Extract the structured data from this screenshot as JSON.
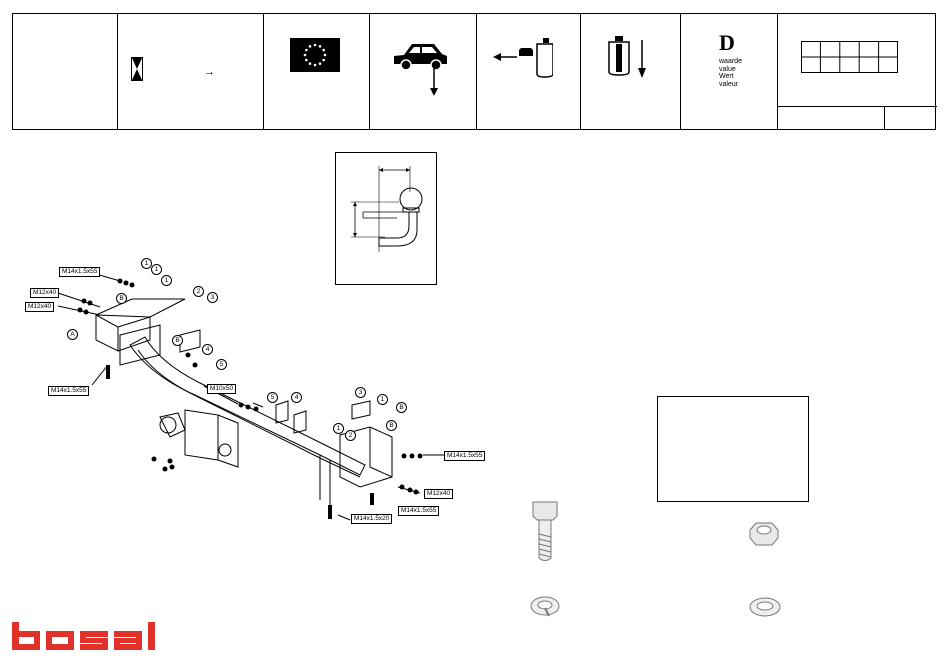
{
  "header": {
    "value_label": {
      "letter": "D",
      "lines": [
        "waarde",
        "value",
        "Wert",
        "valeur"
      ]
    },
    "arrow_glyph": "→",
    "icons": [
      "hourglass-icon",
      "eu-flag-icon",
      "car-vertical-load-icon",
      "horizontal-weight-icon",
      "vertical-weight-icon"
    ]
  },
  "drawing": {
    "part_labels": [
      "M14x1.5x55",
      "M12x40",
      "M12x40",
      "M14x1.5x55",
      "M10x50",
      "M14x1.5x55",
      "M12x40",
      "M14x1.5x55",
      "M14x1.5x20"
    ],
    "callouts": [
      "A",
      "B",
      "1",
      "1",
      "2",
      "3",
      "1",
      "B",
      "4",
      "5",
      "4",
      "5",
      "3",
      "1",
      "B",
      "B",
      "1",
      "2"
    ]
  },
  "brand": {
    "logo_text": "bosal",
    "color": "#e0312b"
  },
  "hardware_icons": [
    "bolt-icon",
    "nut-icon",
    "spring-washer-icon",
    "flat-washer-icon"
  ]
}
